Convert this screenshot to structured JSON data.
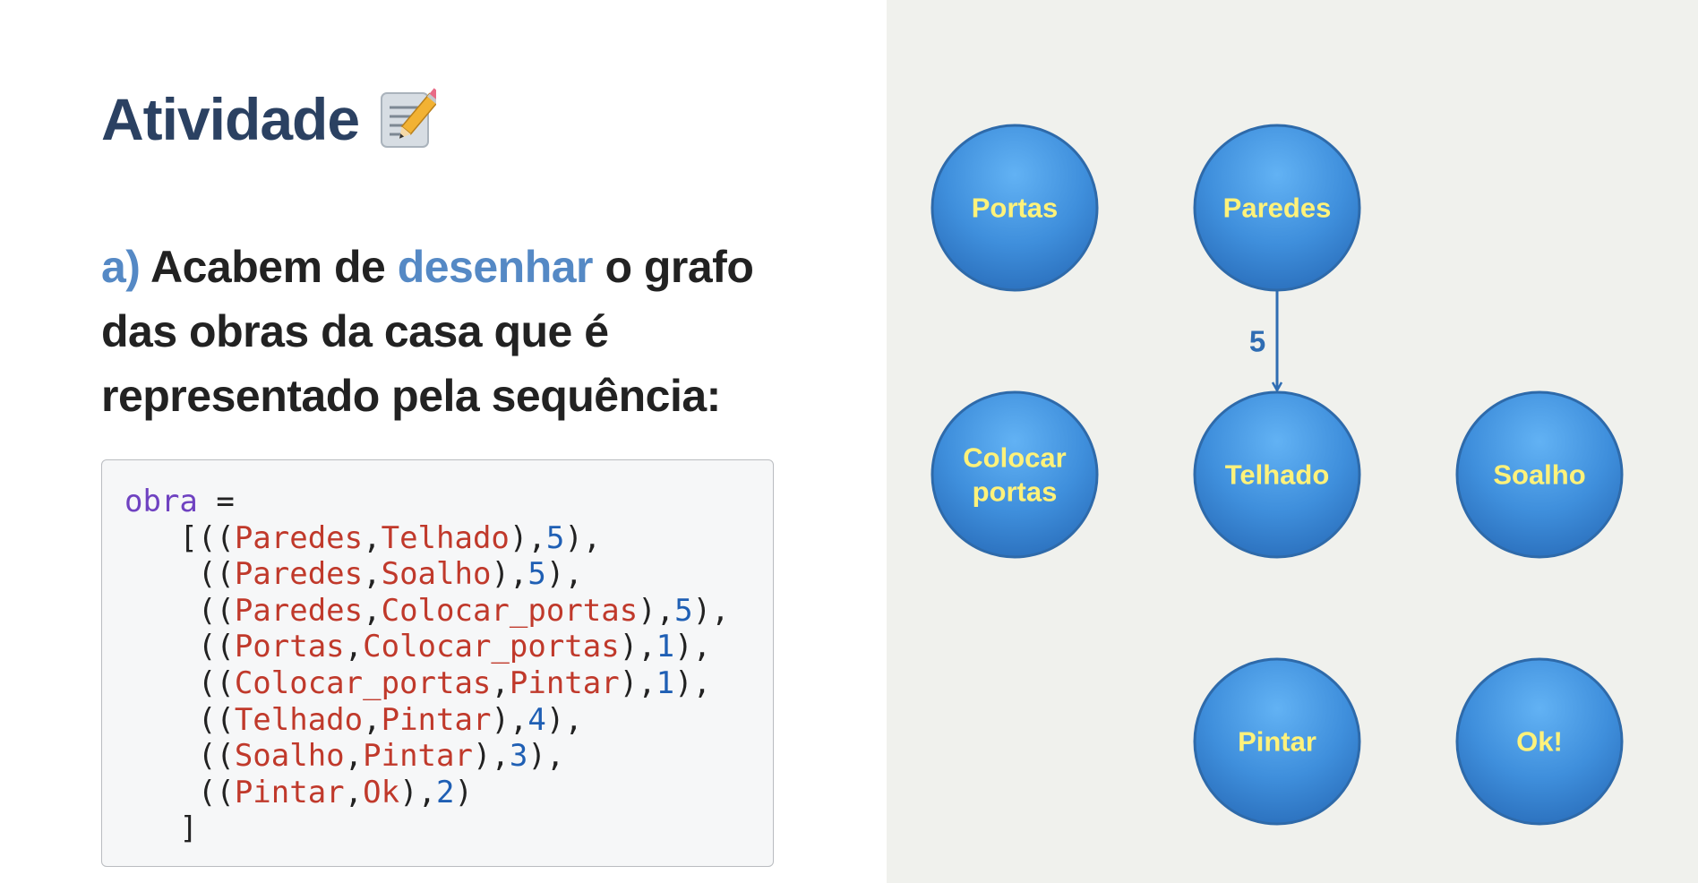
{
  "slide": {
    "title": "Atividade",
    "title_icon": "memo-icon"
  },
  "question": {
    "prefix": "a)",
    "text_before": "Acabem de",
    "highlight": "desenhar",
    "text_after": "o grafo das obras da casa que é representado pela sequência:"
  },
  "code": {
    "variable": "obra",
    "assign": " =",
    "open": "[",
    "close": "]",
    "entries": [
      {
        "from": "Paredes",
        "to": "Telhado",
        "weight": "5"
      },
      {
        "from": "Paredes",
        "to": "Soalho",
        "weight": "5"
      },
      {
        "from": "Paredes",
        "to": "Colocar_portas",
        "weight": "5"
      },
      {
        "from": "Portas",
        "to": "Colocar_portas",
        "weight": "1"
      },
      {
        "from": "Colocar_portas",
        "to": "Pintar",
        "weight": "1"
      },
      {
        "from": "Telhado",
        "to": "Pintar",
        "weight": "4"
      },
      {
        "from": "Soalho",
        "to": "Pintar",
        "weight": "3"
      },
      {
        "from": "Pintar",
        "to": "Ok",
        "weight": "2"
      }
    ]
  },
  "graph": {
    "colors": {
      "background": "#f0f1ed",
      "node_fill": "#3f8fdc",
      "node_stroke": "#2e6aaa",
      "node_label": "#fff27a",
      "edge": "#2f6db3"
    },
    "nodes": [
      {
        "id": "portas",
        "lines": [
          "Portas"
        ]
      },
      {
        "id": "paredes",
        "lines": [
          "Paredes"
        ]
      },
      {
        "id": "colocar-portas",
        "lines": [
          "Colocar",
          "portas"
        ]
      },
      {
        "id": "telhado",
        "lines": [
          "Telhado"
        ]
      },
      {
        "id": "soalho",
        "lines": [
          "Soalho"
        ]
      },
      {
        "id": "pintar",
        "lines": [
          "Pintar"
        ]
      },
      {
        "id": "ok",
        "lines": [
          "Ok!"
        ]
      }
    ],
    "edges": [
      {
        "from": "paredes",
        "to": "telhado",
        "weight": "5"
      }
    ]
  }
}
